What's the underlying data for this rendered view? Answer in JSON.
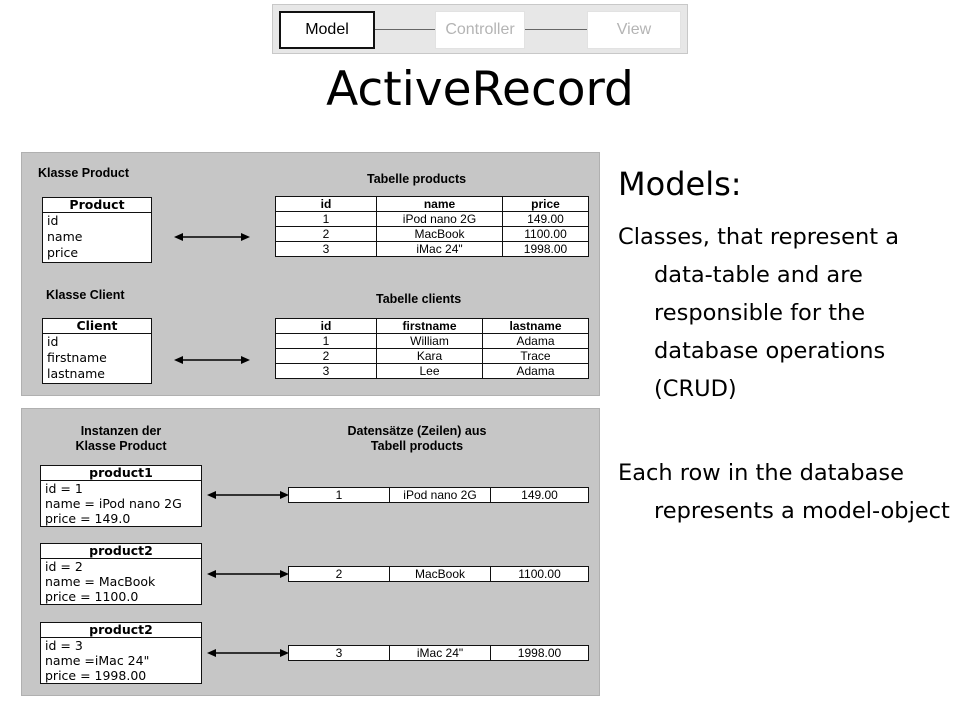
{
  "nav": {
    "items": [
      "Model",
      "Controller",
      "View"
    ],
    "active": "Model"
  },
  "title": "ActiveRecord",
  "diagram_top": {
    "class1_title": "Klasse Product",
    "class1_box": {
      "name": "Product",
      "fields": [
        "id",
        "name",
        "price"
      ]
    },
    "table1_title": "Tabelle products",
    "table1": {
      "headers": [
        "id",
        "name",
        "price"
      ],
      "rows": [
        [
          "1",
          "iPod nano 2G",
          "149.00"
        ],
        [
          "2",
          "MacBook",
          "1100.00"
        ],
        [
          "3",
          "iMac 24\"",
          "1998.00"
        ]
      ]
    },
    "class2_title": "Klasse Client",
    "class2_box": {
      "name": "Client",
      "fields": [
        "id",
        "firstname",
        "lastname"
      ]
    },
    "table2_title": "Tabelle clients",
    "table2": {
      "headers": [
        "id",
        "firstname",
        "lastname"
      ],
      "rows": [
        [
          "1",
          "William",
          "Adama"
        ],
        [
          "2",
          "Kara",
          "Trace"
        ],
        [
          "3",
          "Lee",
          "Adama"
        ]
      ]
    }
  },
  "diagram_bottom": {
    "left_title": [
      "Instanzen der",
      "Klasse Product"
    ],
    "right_title": [
      "Datensätze (Zeilen) aus",
      "Tabell products"
    ],
    "instances": [
      {
        "name": "product1",
        "fields": [
          "id = 1",
          "name = iPod nano 2G",
          "price = 149.0"
        ],
        "row": [
          "1",
          "iPod nano 2G",
          "149.00"
        ]
      },
      {
        "name": "product2",
        "fields": [
          "id = 2",
          "name = MacBook",
          "price = 1100.0"
        ],
        "row": [
          "2",
          "MacBook",
          "1100.00"
        ]
      },
      {
        "name": "product2",
        "fields": [
          "id = 3",
          "name =iMac 24\"",
          "price = 1998.00"
        ],
        "row": [
          "3",
          "iMac 24\"",
          "1998.00"
        ]
      }
    ]
  },
  "right": {
    "heading": "Models:",
    "para1": "Classes, that represent a data-table and are responsible for the database operations (CRUD)",
    "para2": "Each row in the database represents a model-object"
  }
}
